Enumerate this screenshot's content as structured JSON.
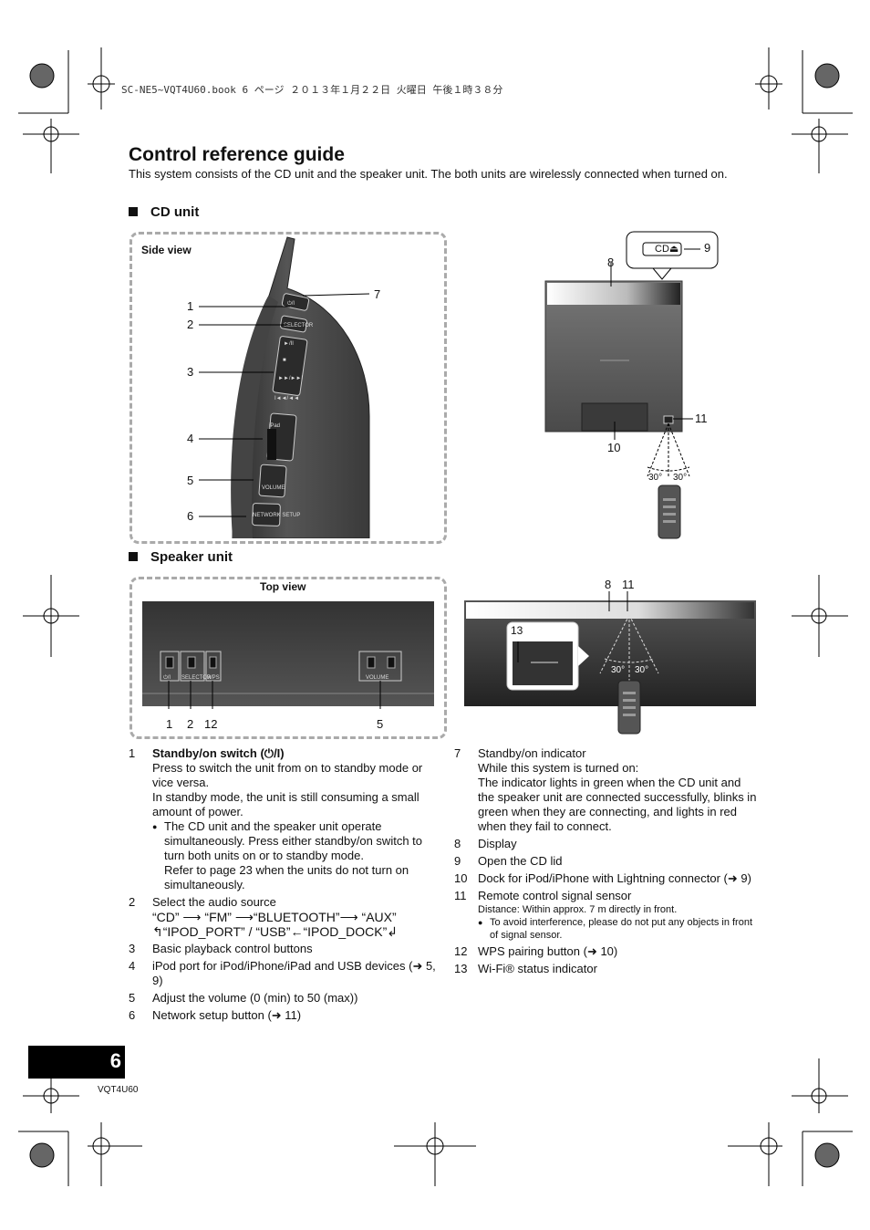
{
  "header_meta": "SC-NE5~VQT4U60.book  6 ページ  ２０１３年１月２２日  火曜日  午後１時３８分",
  "title": "Control reference guide",
  "intro": "This system consists of the CD unit and the speaker unit. The both units are wirelessly connected when turned on.",
  "cd_unit": {
    "heading": "CD unit",
    "side_view_label": "Side view",
    "side_labels": [
      "1",
      "2",
      "3",
      "4",
      "5",
      "6",
      "7"
    ],
    "button_texts": [
      "⏻/I",
      "SELECTOR",
      "►/II",
      "■",
      "►►/►►I",
      "I◄◄/◄◄",
      "iPad",
      "VOLUME",
      "NETWORK SETUP"
    ],
    "front_labels": [
      "8",
      "9",
      "10",
      "11"
    ],
    "cd_button": "CD⏏",
    "angles": [
      "30°",
      "30°"
    ]
  },
  "speaker_unit": {
    "heading": "Speaker unit",
    "top_view_label": "Top view",
    "top_labels": [
      "1",
      "2",
      "12",
      "5"
    ],
    "button_texts": [
      "⏻/I",
      "SELECTOR",
      "WPS",
      "VOLUME"
    ],
    "front_labels": [
      "8",
      "11",
      "13"
    ],
    "angles": [
      "30°",
      "30°"
    ]
  },
  "left_items": [
    {
      "num": "1",
      "title": "Standby/on switch (⏻/I)",
      "lines": [
        "Press to switch the unit from on to standby mode or vice versa.",
        "In standby mode, the unit is still consuming a small amount of power."
      ],
      "bullet": "The CD unit and the speaker unit operate simultaneously. Press either standby/on switch to turn both units on or to standby mode.",
      "bullet_extra": "Refer to page 23 when the units do not turn on simultaneously."
    },
    {
      "num": "2",
      "text": "Select the audio source",
      "flow1": [
        "“CD”",
        "“FM”",
        "“BLUETOOTH”",
        "“AUX”"
      ],
      "flow2": "“IPOD_PORT” / “USB”←“IPOD_DOCK”"
    },
    {
      "num": "3",
      "text": "Basic playback control buttons"
    },
    {
      "num": "4",
      "text": "iPod port for iPod/iPhone/iPad and USB devices (➜ 5, 9)"
    },
    {
      "num": "5",
      "text": "Adjust the volume (0 (min) to 50 (max))"
    },
    {
      "num": "6",
      "text": "Network setup button (➜ 11)"
    }
  ],
  "right_items": [
    {
      "num": "7",
      "text": "Standby/on indicator",
      "lines": [
        "While this system is turned on:",
        "The indicator lights in green when the CD unit and the speaker unit are connected successfully, blinks in green when they are connecting, and lights in red when they fail to connect."
      ]
    },
    {
      "num": "8",
      "text": "Display"
    },
    {
      "num": "9",
      "text": "Open the CD lid"
    },
    {
      "num": "10",
      "text": "Dock for iPod/iPhone with Lightning connector (➜ 9)"
    },
    {
      "num": "11",
      "text": "Remote control signal sensor",
      "note": "Distance: Within approx. 7 m directly in front.",
      "note_bullet": "To avoid interference, please do not put any objects in front of signal sensor."
    },
    {
      "num": "12",
      "text": "WPS pairing button (➜ 10)"
    },
    {
      "num": "13",
      "text": "Wi-Fi® status indicator"
    }
  ],
  "page_number": "6",
  "footer_code": "VQT4U60"
}
